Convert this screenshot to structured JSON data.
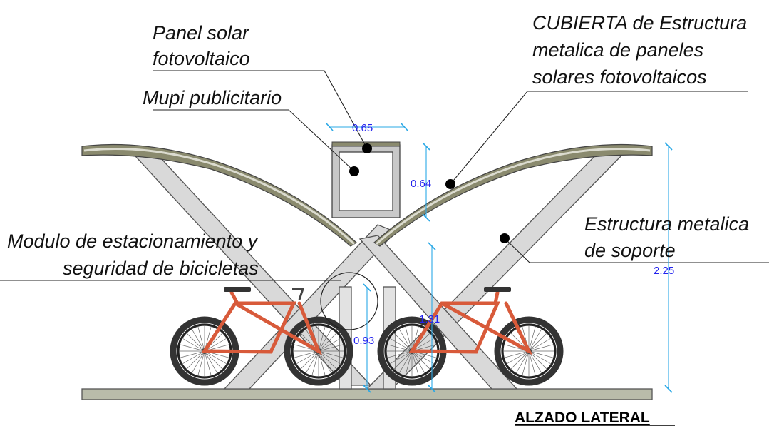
{
  "labels": {
    "panel_solar": [
      "Panel solar",
      "fotovoltaico"
    ],
    "mupi": [
      "Mupi publicitario"
    ],
    "cubierta": [
      "CUBIERTA de Estructura",
      "metalica de paneles",
      "solares fotovoltaicos"
    ],
    "estructura": [
      "Estructura metalica",
      "de soporte"
    ],
    "modulo": [
      "Modulo de estacionamiento y",
      "seguridad de bicicletas"
    ]
  },
  "dimensions": {
    "mupi_width": "0.65",
    "mupi_height": "0.64",
    "total_height": "2.25",
    "cross_height": "1.31",
    "module_height": "0.93"
  },
  "title": "ALZADO LATERAL",
  "colors": {
    "dimension_text": "#2222ee",
    "dimension_line": "#2aa8e6",
    "bike_frame": "#d85a3a",
    "structure": "#d9d9d9",
    "canopy": "#8a8a6e"
  }
}
